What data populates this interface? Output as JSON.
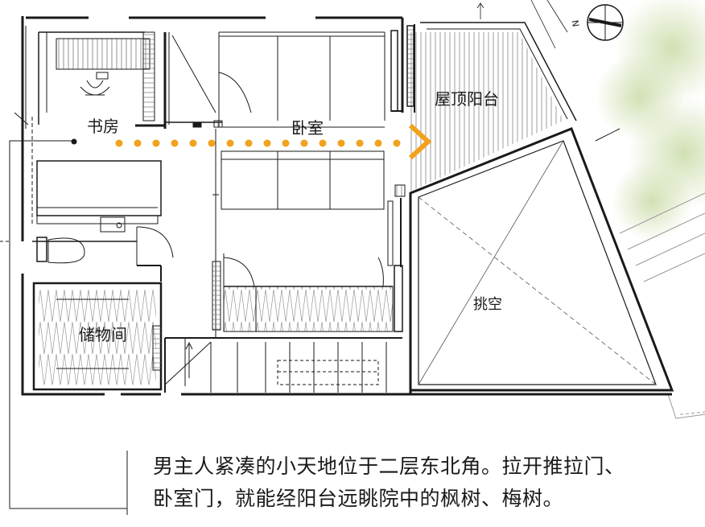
{
  "rooms": {
    "study": "书房",
    "bedroom": "卧室",
    "roof_balcony": "屋顶阳台",
    "void": "挑空",
    "storage": "储物间"
  },
  "compass": {
    "north_label": "N"
  },
  "caption": {
    "line1": "男主人紧凑的小天地位于二层东北角。拉开推拉门、",
    "line2": "卧室门，就能经阳台远眺院中的枫树、梅树。"
  },
  "colors": {
    "route": "#f2a21e",
    "wall": "#1a1a1a",
    "foliage": "#c9dba6",
    "background": "#ffffff"
  }
}
